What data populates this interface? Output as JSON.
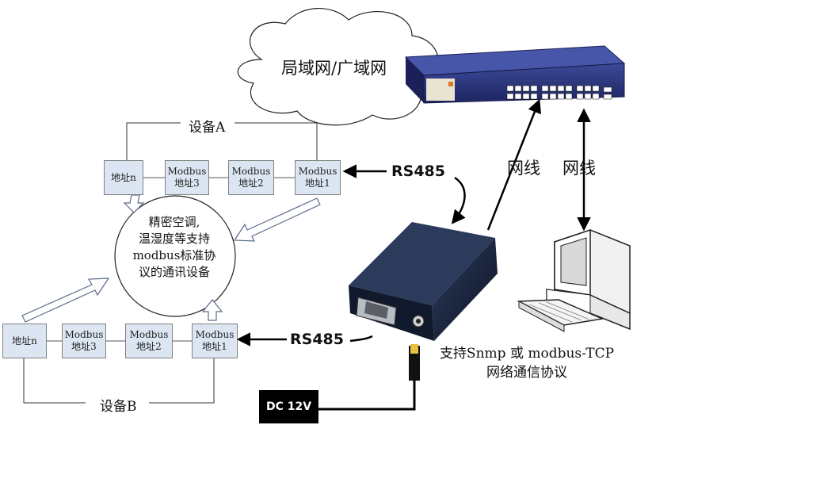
{
  "cloud": {
    "label": "局域网/广域网"
  },
  "device_a": {
    "title": "设备A",
    "nodes": [
      {
        "line1": "地址n",
        "line2": ""
      },
      {
        "line1": "Modbus",
        "line2": "地址3"
      },
      {
        "line1": "Modbus",
        "line2": "地址2"
      },
      {
        "line1": "Modbus",
        "line2": "地址1"
      }
    ]
  },
  "device_b": {
    "title": "设备B",
    "nodes": [
      {
        "line1": "地址n",
        "line2": ""
      },
      {
        "line1": "Modbus",
        "line2": "地址3"
      },
      {
        "line1": "Modbus",
        "line2": "地址2"
      },
      {
        "line1": "Modbus",
        "line2": "地址1"
      }
    ]
  },
  "center_device": {
    "lines": [
      "精密空调,",
      "温湿度等支持",
      "modbus标准协",
      "议的通讯设备"
    ]
  },
  "connections": {
    "rs485_top": "RS485",
    "rs485_bottom": "RS485",
    "network_cable_1": "网线",
    "network_cable_2": "网线"
  },
  "power": {
    "label": "DC 12V"
  },
  "protocol_note": {
    "line1": "支持Snmp 或 modbus-TCP",
    "line2": "网络通信协议"
  },
  "colors": {
    "box_fill": "#dce6f3",
    "device_body": "#1a2740",
    "switch_body": "#2e3a7a"
  }
}
